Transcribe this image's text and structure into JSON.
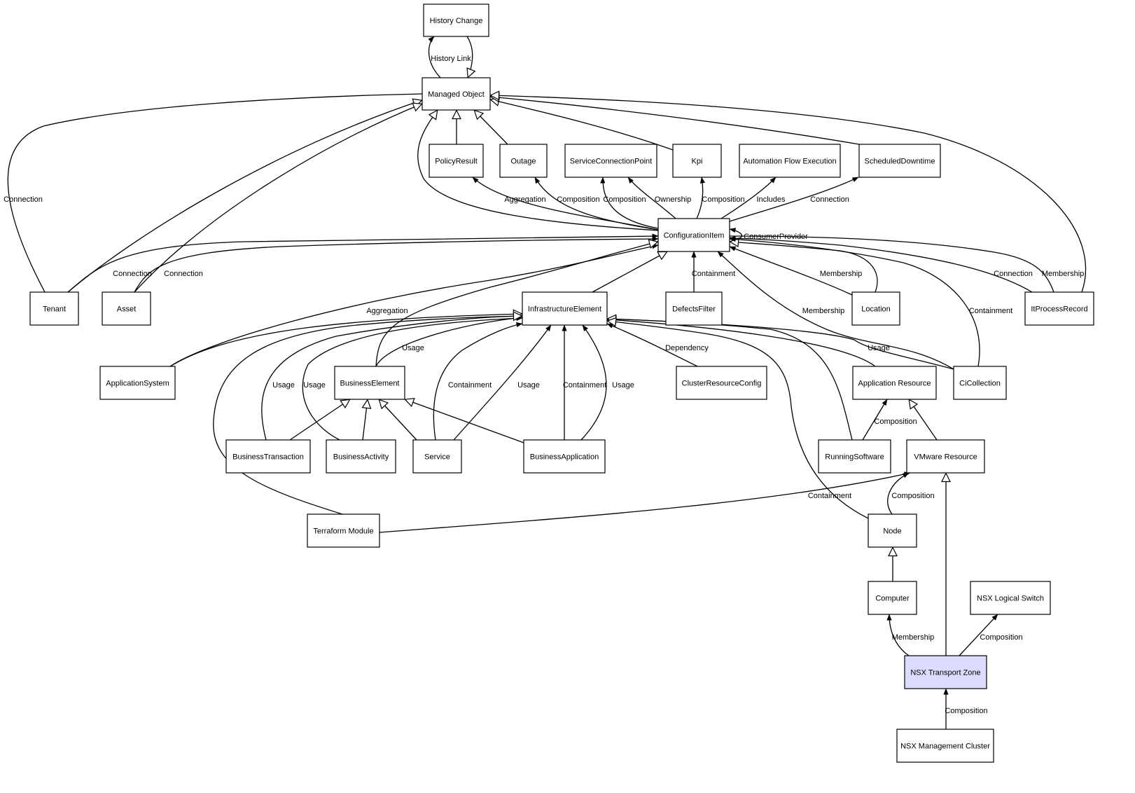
{
  "diagram": {
    "nodes": [
      {
        "id": "history_change",
        "label": "History Change"
      },
      {
        "id": "managed_object",
        "label": "Managed Object"
      },
      {
        "id": "policy_result",
        "label": "PolicyResult"
      },
      {
        "id": "outage",
        "label": "Outage"
      },
      {
        "id": "service_connection_point",
        "label": "ServiceConnectionPoint"
      },
      {
        "id": "kpi",
        "label": "Kpi"
      },
      {
        "id": "automation_flow_execution",
        "label": "Automation Flow Execution"
      },
      {
        "id": "scheduled_downtime",
        "label": "ScheduledDowntime"
      },
      {
        "id": "configuration_item",
        "label": "ConfigurationItem"
      },
      {
        "id": "tenant",
        "label": "Tenant"
      },
      {
        "id": "asset",
        "label": "Asset"
      },
      {
        "id": "infrastructure_element",
        "label": "InfrastructureElement"
      },
      {
        "id": "defects_filter",
        "label": "DefectsFilter"
      },
      {
        "id": "location",
        "label": "Location"
      },
      {
        "id": "it_process_record",
        "label": "ItProcessRecord"
      },
      {
        "id": "application_system",
        "label": "ApplicationSystem"
      },
      {
        "id": "business_element",
        "label": "BusinessElement"
      },
      {
        "id": "cluster_resource_config",
        "label": "ClusterResourceConfig"
      },
      {
        "id": "application_resource",
        "label": "Application Resource"
      },
      {
        "id": "ci_collection",
        "label": "CiCollection"
      },
      {
        "id": "business_transaction",
        "label": "BusinessTransaction"
      },
      {
        "id": "business_activity",
        "label": "BusinessActivity"
      },
      {
        "id": "service",
        "label": "Service"
      },
      {
        "id": "business_application",
        "label": "BusinessApplication"
      },
      {
        "id": "running_software",
        "label": "RunningSoftware"
      },
      {
        "id": "vmware_resource",
        "label": "VMware Resource"
      },
      {
        "id": "terraform_module",
        "label": "Terraform Module"
      },
      {
        "id": "node",
        "label": "Node"
      },
      {
        "id": "computer",
        "label": "Computer"
      },
      {
        "id": "nsx_logical_switch",
        "label": "NSX Logical Switch"
      },
      {
        "id": "nsx_transport_zone",
        "label": "NSX Transport Zone",
        "highlighted": true
      },
      {
        "id": "nsx_management_cluster",
        "label": "NSX Management Cluster"
      }
    ],
    "edges": [
      {
        "id": "e1",
        "from": "managed_object",
        "to": "history_change",
        "label": "History Link",
        "arrow": "filled"
      },
      {
        "id": "e2",
        "from": "history_change",
        "to": "managed_object",
        "label": "",
        "arrow": "hollow"
      },
      {
        "id": "e3",
        "from": "policy_result",
        "to": "managed_object",
        "label": "",
        "arrow": "hollow"
      },
      {
        "id": "e4",
        "from": "outage",
        "to": "managed_object",
        "label": "",
        "arrow": "hollow"
      },
      {
        "id": "e5",
        "from": "kpi",
        "to": "managed_object",
        "label": "",
        "arrow": "hollow"
      },
      {
        "id": "e6",
        "from": "scheduled_downtime",
        "to": "managed_object",
        "label": "",
        "arrow": "hollow"
      },
      {
        "id": "e7",
        "from": "it_process_record",
        "to": "managed_object",
        "label": "",
        "arrow": "hollow"
      },
      {
        "id": "e8",
        "from": "tenant",
        "to": "managed_object",
        "label": "",
        "arrow": "hollow"
      },
      {
        "id": "e9",
        "from": "asset",
        "to": "managed_object",
        "label": "",
        "arrow": "hollow"
      },
      {
        "id": "e10",
        "from": "configuration_item",
        "to": "managed_object",
        "label": "",
        "arrow": "hollow"
      },
      {
        "id": "e11",
        "from": "tenant",
        "to": "managed_object",
        "label": "Connection",
        "arrow": "none"
      },
      {
        "id": "e12",
        "from": "configuration_item",
        "to": "policy_result",
        "label": "Aggregation",
        "arrow": "filled"
      },
      {
        "id": "e13",
        "from": "configuration_item",
        "to": "outage",
        "label": "Composition",
        "arrow": "filled"
      },
      {
        "id": "e14",
        "from": "configuration_item",
        "to": "service_connection_point",
        "label": "Composition",
        "arrow": "filled"
      },
      {
        "id": "e15",
        "from": "configuration_item",
        "to": "service_connection_point",
        "label": "Ownership",
        "arrow": "filled"
      },
      {
        "id": "e16",
        "from": "configuration_item",
        "to": "kpi",
        "label": "Composition",
        "arrow": "filled"
      },
      {
        "id": "e17",
        "from": "configuration_item",
        "to": "automation_flow_execution",
        "label": "Includes",
        "arrow": "filled"
      },
      {
        "id": "e18",
        "from": "configuration_item",
        "to": "scheduled_downtime",
        "label": "Connection",
        "arrow": "filled"
      },
      {
        "id": "e19",
        "from": "configuration_item",
        "to": "configuration_item",
        "label": "ConsumerProvider",
        "arrow": "filled"
      },
      {
        "id": "e20",
        "from": "tenant",
        "to": "configuration_item",
        "label": "Connection",
        "arrow": "filled"
      },
      {
        "id": "e21",
        "from": "asset",
        "to": "configuration_item",
        "label": "Connection",
        "arrow": "filled"
      },
      {
        "id": "e22",
        "from": "application_system",
        "to": "configuration_item",
        "label": "Aggregation",
        "arrow": "filled"
      },
      {
        "id": "e23",
        "from": "business_element",
        "to": "configuration_item",
        "label": "",
        "arrow": "hollow"
      },
      {
        "id": "e24",
        "from": "infrastructure_element",
        "to": "configuration_item",
        "label": "",
        "arrow": "hollow"
      },
      {
        "id": "e25",
        "from": "defects_filter",
        "to": "configuration_item",
        "label": "Containment",
        "arrow": "filled"
      },
      {
        "id": "e26",
        "from": "location",
        "to": "configuration_item",
        "label": "Membership",
        "arrow": "filled"
      },
      {
        "id": "e27",
        "from": "location",
        "to": "configuration_item",
        "label": "",
        "arrow": "hollow"
      },
      {
        "id": "e28",
        "from": "ci_collection",
        "to": "configuration_item",
        "label": "Membership",
        "arrow": "filled"
      },
      {
        "id": "e29",
        "from": "ci_collection",
        "to": "configuration_item",
        "label": "Containment",
        "arrow": "filled"
      },
      {
        "id": "e30",
        "from": "it_process_record",
        "to": "configuration_item",
        "label": "Connection",
        "arrow": "filled"
      },
      {
        "id": "e31",
        "from": "it_process_record",
        "to": "managed_object",
        "label": "Membership",
        "arrow": "none"
      },
      {
        "id": "e32",
        "from": "application_system",
        "to": "infrastructure_element",
        "label": "",
        "arrow": "hollow"
      },
      {
        "id": "e33",
        "from": "business_element",
        "to": "infrastructure_element",
        "label": "Usage",
        "arrow": "filled"
      },
      {
        "id": "e34",
        "from": "business_transaction",
        "to": "infrastructure_element",
        "label": "Usage",
        "arrow": "filled"
      },
      {
        "id": "e35",
        "from": "business_activity",
        "to": "infrastructure_element",
        "label": "Usage",
        "arrow": "filled"
      },
      {
        "id": "e36",
        "from": "service",
        "to": "infrastructure_element",
        "label": "Containment",
        "arrow": "filled"
      },
      {
        "id": "e37",
        "from": "service",
        "to": "infrastructure_element",
        "label": "Usage",
        "arrow": "filled"
      },
      {
        "id": "e38",
        "from": "business_application",
        "to": "infrastructure_element",
        "label": "Containment",
        "arrow": "filled"
      },
      {
        "id": "e39",
        "from": "business_application",
        "to": "infrastructure_element",
        "label": "Usage",
        "arrow": "filled"
      },
      {
        "id": "e40",
        "from": "cluster_resource_config",
        "to": "infrastructure_element",
        "label": "Dependency",
        "arrow": "filled"
      },
      {
        "id": "e41",
        "from": "application_resource",
        "to": "infrastructure_element",
        "label": "",
        "arrow": "hollow"
      },
      {
        "id": "e42",
        "from": "ci_collection",
        "to": "infrastructure_element",
        "label": "Usage",
        "arrow": "filled"
      },
      {
        "id": "e43",
        "from": "running_software",
        "to": "infrastructure_element",
        "label": "",
        "arrow": "hollow"
      },
      {
        "id": "e44",
        "from": "terraform_module",
        "to": "infrastructure_element",
        "label": "",
        "arrow": "hollow"
      },
      {
        "id": "e45",
        "from": "node",
        "to": "infrastructure_element",
        "label": "",
        "arrow": "hollow"
      },
      {
        "id": "e46",
        "from": "business_transaction",
        "to": "business_element",
        "label": "",
        "arrow": "hollow"
      },
      {
        "id": "e47",
        "from": "business_activity",
        "to": "business_element",
        "label": "",
        "arrow": "hollow"
      },
      {
        "id": "e48",
        "from": "service",
        "to": "business_element",
        "label": "",
        "arrow": "hollow"
      },
      {
        "id": "e49",
        "from": "business_application",
        "to": "business_element",
        "label": "",
        "arrow": "hollow"
      },
      {
        "id": "e50",
        "from": "running_software",
        "to": "application_resource",
        "label": "Composition",
        "arrow": "filled"
      },
      {
        "id": "e51",
        "from": "vmware_resource",
        "to": "application_resource",
        "label": "",
        "arrow": "hollow"
      },
      {
        "id": "e52",
        "from": "terraform_module",
        "to": "vmware_resource",
        "label": "Containment",
        "arrow": "filled"
      },
      {
        "id": "e53",
        "from": "node",
        "to": "vmware_resource",
        "label": "Composition",
        "arrow": "filled"
      },
      {
        "id": "e54",
        "from": "computer",
        "to": "node",
        "label": "",
        "arrow": "hollow"
      },
      {
        "id": "e55",
        "from": "nsx_transport_zone",
        "to": "computer",
        "label": "Membership",
        "arrow": "filled"
      },
      {
        "id": "e56",
        "from": "nsx_transport_zone",
        "to": "vmware_resource",
        "label": "",
        "arrow": "hollow"
      },
      {
        "id": "e57",
        "from": "nsx_transport_zone",
        "to": "nsx_logical_switch",
        "label": "Composition",
        "arrow": "filled"
      },
      {
        "id": "e58",
        "from": "nsx_management_cluster",
        "to": "nsx_transport_zone",
        "label": "Composition",
        "arrow": "filled"
      }
    ]
  }
}
